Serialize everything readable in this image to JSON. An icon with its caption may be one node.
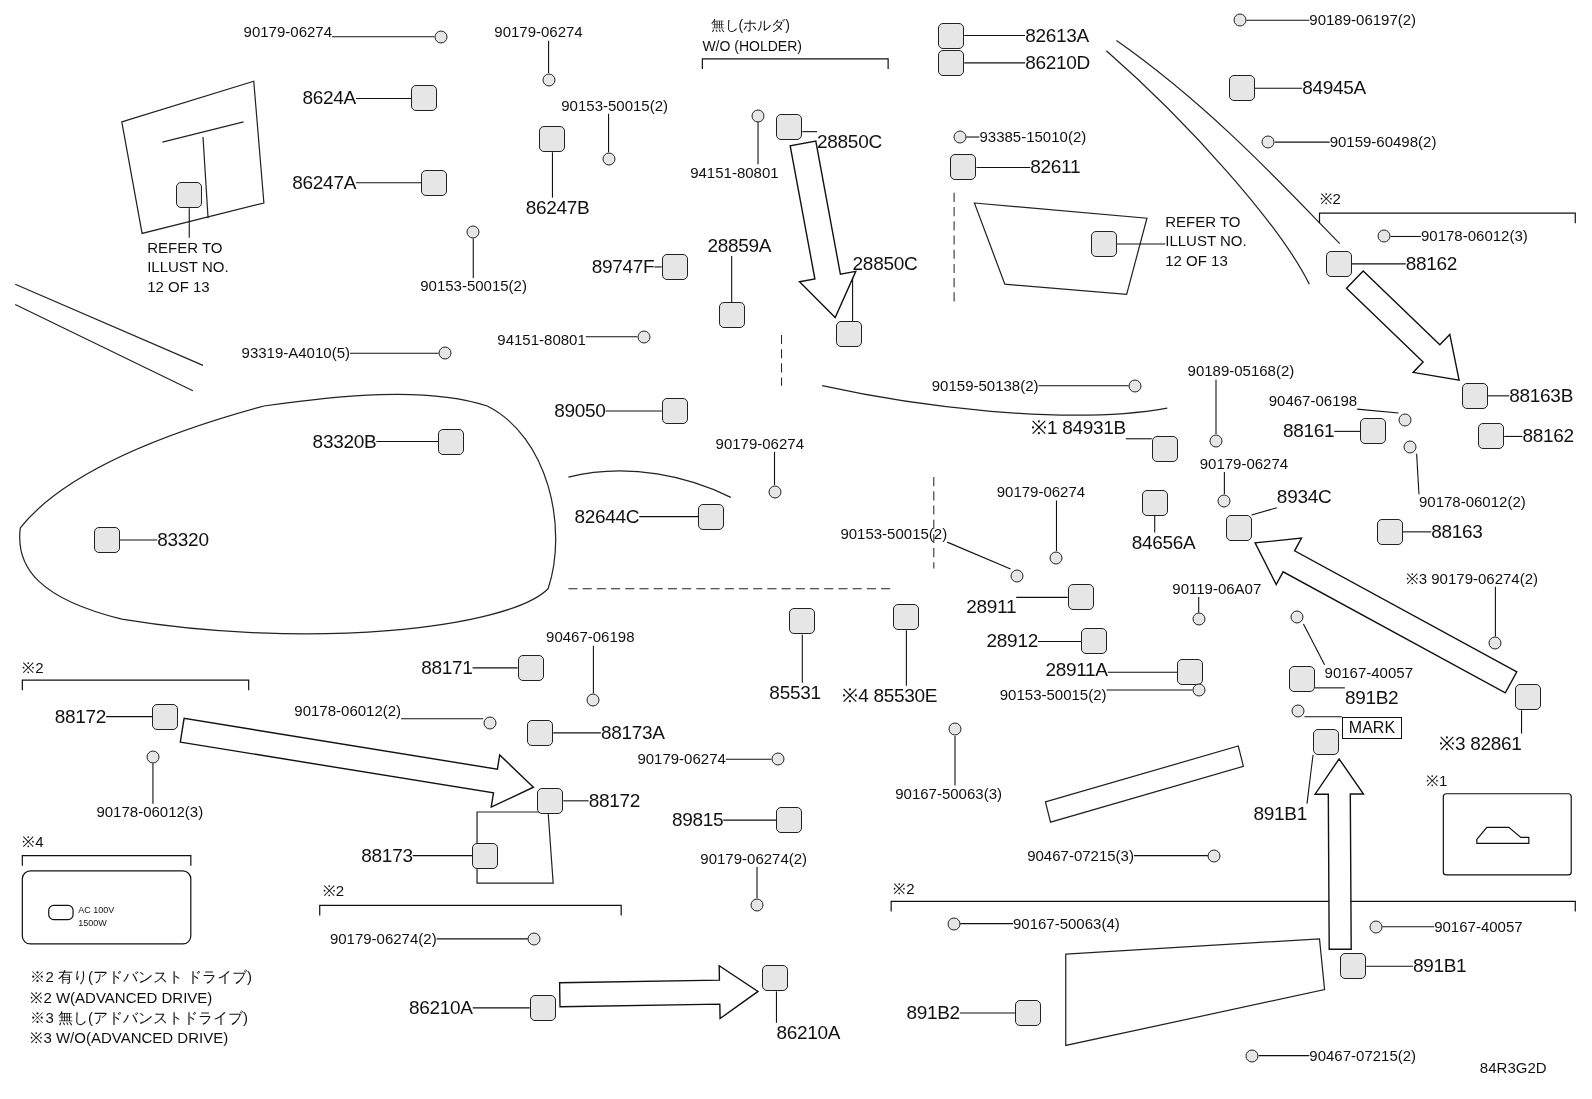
{
  "diagram": {
    "nodes": [
      {
        "text": [
          "90179-06274"
        ]
      },
      {
        "text": [
          "90179-06274"
        ]
      },
      {
        "text": [
          "8624A"
        ]
      },
      {
        "text": [
          "90153-50015(2)"
        ]
      },
      {
        "text": [
          "86247A"
        ]
      },
      {
        "text": [
          "86247B"
        ]
      },
      {
        "text": [
          "REFER TO ILLUST NO. 12 OF 13"
        ]
      },
      {
        "text": [
          "90153-50015(2)"
        ]
      },
      {
        "text": [
          "89747F"
        ]
      },
      {
        "text": [
          "94151-80801"
        ]
      },
      {
        "text": [
          "93319-A4010(5)"
        ]
      },
      {
        "text": [
          "28850C"
        ]
      },
      {
        "text": [
          "94151-80801"
        ]
      },
      {
        "text": [
          "28859A"
        ]
      },
      {
        "text": [
          "28850C"
        ]
      },
      {
        "text": [
          "89050"
        ]
      },
      {
        "text": [
          "90179-06274"
        ]
      },
      {
        "text": [
          "82644C"
        ]
      },
      {
        "text": [
          "83320B"
        ]
      },
      {
        "text": [
          "83320"
        ]
      },
      {
        "text": [
          "82613A"
        ]
      },
      {
        "text": [
          "86210D"
        ]
      },
      {
        "text": [
          "93385-15010(2)"
        ]
      },
      {
        "text": [
          "82611"
        ]
      },
      {
        "text": [
          "REFER TO ILLUST NO. 12 OF 13"
        ]
      },
      {
        "text": [
          "90189-06197(2)"
        ]
      },
      {
        "text": [
          "84945A"
        ]
      },
      {
        "text": [
          "90159-60498(2)"
        ]
      },
      {
        "text": [
          "90178-06012(3)"
        ]
      },
      {
        "text": [
          "88162"
        ]
      },
      {
        "text": [
          "90159-50138(2)"
        ]
      },
      {
        "text": [
          "90189-05168(2)"
        ]
      },
      {
        "text": [
          "90467-06198"
        ]
      },
      {
        "text": [
          "88163B"
        ]
      },
      {
        "text": [
          "88161"
        ]
      },
      {
        "text": [
          "88162"
        ]
      },
      {
        "text": [
          "※1 84931B"
        ]
      },
      {
        "text": [
          "90179-06274"
        ]
      },
      {
        "text": [
          "90178-06012(2)"
        ]
      },
      {
        "text": [
          "90179-06274"
        ]
      },
      {
        "text": [
          "8934C"
        ]
      },
      {
        "text": [
          "88163"
        ]
      },
      {
        "text": [
          "84656A"
        ]
      },
      {
        "text": [
          "90153-50015(2)"
        ]
      },
      {
        "text": [
          "28911"
        ]
      },
      {
        "text": [
          "90119-06A07"
        ]
      },
      {
        "text": [
          "※3 90179-06274(2)"
        ]
      },
      {
        "text": [
          "28912"
        ]
      },
      {
        "text": [
          "90167-40057"
        ]
      },
      {
        "text": [
          "28911A"
        ]
      },
      {
        "text": [
          "90153-50015(2)"
        ]
      },
      {
        "text": [
          "891B2"
        ]
      },
      {
        "text": [
          "MARK"
        ]
      },
      {
        "text": [
          "※3 82861"
        ]
      },
      {
        "text": [
          "88171"
        ]
      },
      {
        "text": [
          "90467-06198"
        ]
      },
      {
        "text": [
          "90178-06012(2)"
        ]
      },
      {
        "text": [
          "88173A"
        ]
      },
      {
        "text": [
          "85531"
        ]
      },
      {
        "text": [
          "※4 85530E"
        ]
      },
      {
        "text": [
          "88172"
        ]
      },
      {
        "text": [
          "90178-06012(3)"
        ]
      },
      {
        "text": [
          "90179-06274"
        ]
      },
      {
        "text": [
          "88172"
        ]
      },
      {
        "text": [
          "89815"
        ]
      },
      {
        "text": [
          "90167-50063(3)"
        ]
      },
      {
        "text": [
          "891B1"
        ]
      },
      {
        "text": [
          "88173"
        ]
      },
      {
        "text": [
          "90467-07215(3)"
        ]
      },
      {
        "text": [
          "90179-06274(2)"
        ]
      },
      {
        "text": [
          "86210A"
        ]
      },
      {
        "text": [
          "90179-06274(2)"
        ]
      },
      {
        "text": [
          "86210A"
        ]
      },
      {
        "text": [
          "90167-50063(4)"
        ]
      },
      {
        "text": [
          "90167-40057"
        ]
      },
      {
        "text": [
          "891B1"
        ]
      },
      {
        "text": [
          "891B2"
        ]
      },
      {
        "text": [
          "90467-07215(2)"
        ]
      },
      {
        "text": [],
        "shape": "circle"
      },
      {
        "text": [],
        "shape": "circle"
      },
      {
        "text": [],
        "shape": "box"
      },
      {
        "text": [],
        "shape": "circle"
      },
      {
        "text": [],
        "shape": "box"
      },
      {
        "text": [],
        "shape": "box"
      },
      {
        "text": [],
        "shape": "box"
      },
      {
        "text": [],
        "shape": "circle"
      },
      {
        "text": [],
        "shape": "box"
      },
      {
        "text": [],
        "shape": "circle"
      },
      {
        "text": [],
        "shape": "circle"
      },
      {
        "text": [],
        "shape": "box"
      },
      {
        "text": [],
        "shape": "circle"
      },
      {
        "text": [],
        "shape": "box"
      },
      {
        "text": [],
        "shape": "box"
      },
      {
        "text": [],
        "shape": "box"
      },
      {
        "text": [],
        "shape": "circle"
      },
      {
        "text": [],
        "shape": "box"
      },
      {
        "text": [],
        "shape": "box"
      },
      {
        "text": [],
        "shape": "box"
      },
      {
        "text": [],
        "shape": "box"
      },
      {
        "text": [],
        "shape": "box"
      },
      {
        "text": [],
        "shape": "circle"
      },
      {
        "text": [],
        "shape": "box"
      },
      {
        "text": [],
        "shape": "box"
      },
      {
        "text": [],
        "shape": "circle"
      },
      {
        "text": [],
        "shape": "box"
      },
      {
        "text": [],
        "shape": "circle"
      },
      {
        "text": [],
        "shape": "circle"
      },
      {
        "text": [],
        "shape": "box"
      },
      {
        "text": [],
        "shape": "circle"
      },
      {
        "text": [],
        "shape": "circle"
      },
      {
        "text": [],
        "shape": "circle"
      },
      {
        "text": [],
        "shape": "box"
      },
      {
        "text": [],
        "shape": "box"
      },
      {
        "text": [],
        "shape": "box"
      },
      {
        "text": [],
        "shape": "box"
      },
      {
        "text": [],
        "shape": "circle"
      },
      {
        "text": [],
        "shape": "circle"
      },
      {
        "text": [],
        "shape": "circle"
      },
      {
        "text": [],
        "shape": "box"
      },
      {
        "text": [],
        "shape": "box"
      },
      {
        "text": [],
        "shape": "box"
      },
      {
        "text": [],
        "shape": "circle"
      },
      {
        "text": [],
        "shape": "box"
      },
      {
        "text": [],
        "shape": "circle"
      },
      {
        "text": [],
        "shape": "circle"
      },
      {
        "text": [],
        "shape": "box"
      },
      {
        "text": [],
        "shape": "circle"
      },
      {
        "text": [],
        "shape": "box"
      },
      {
        "text": [],
        "shape": "circle"
      },
      {
        "text": [],
        "shape": "box"
      },
      {
        "text": [],
        "shape": "circle"
      },
      {
        "text": [],
        "shape": "box"
      },
      {
        "text": [],
        "shape": "box"
      },
      {
        "text": [],
        "shape": "circle"
      },
      {
        "text": [],
        "shape": "circle"
      },
      {
        "text": [],
        "shape": "box"
      },
      {
        "text": [],
        "shape": "box"
      },
      {
        "text": [],
        "shape": "box"
      },
      {
        "text": [],
        "shape": "box"
      },
      {
        "text": [],
        "shape": "circle"
      },
      {
        "text": [],
        "shape": "circle"
      },
      {
        "text": [],
        "shape": "box"
      },
      {
        "text": [],
        "shape": "box"
      },
      {
        "text": [],
        "shape": "circle"
      },
      {
        "text": [],
        "shape": "box"
      },
      {
        "text": [],
        "shape": "box"
      },
      {
        "text": [],
        "shape": "circle"
      },
      {
        "text": [],
        "shape": "circle"
      },
      {
        "text": [],
        "shape": "box"
      },
      {
        "text": [],
        "shape": "circle"
      },
      {
        "text": [],
        "shape": "box"
      },
      {
        "text": [],
        "shape": "circle"
      },
      {
        "text": [],
        "shape": "circle"
      },
      {
        "text": [],
        "shape": "box"
      },
      {
        "text": [],
        "shape": "box"
      },
      {
        "text": [],
        "shape": "circle"
      }
    ],
    "edges": [
      {
        "from": 0,
        "to": 78,
        "arrow": "none"
      },
      {
        "from": 1,
        "to": 79,
        "arrow": "none"
      },
      {
        "from": 2,
        "to": 80,
        "arrow": "none"
      },
      {
        "from": 3,
        "to": 81,
        "arrow": "none"
      },
      {
        "from": 4,
        "to": 82,
        "arrow": "none"
      },
      {
        "from": 5,
        "to": 83,
        "arrow": "none"
      },
      {
        "from": 6,
        "to": 84,
        "arrow": "none"
      },
      {
        "from": 7,
        "to": 85,
        "arrow": "none"
      },
      {
        "from": 8,
        "to": 86,
        "arrow": "none"
      },
      {
        "from": 9,
        "to": 87,
        "arrow": "none"
      },
      {
        "from": 10,
        "to": 88,
        "arrow": "none"
      },
      {
        "from": 11,
        "to": 89,
        "arrow": "none"
      },
      {
        "from": 12,
        "to": 90,
        "arrow": "none"
      },
      {
        "from": 13,
        "to": 91,
        "arrow": "none"
      },
      {
        "from": 14,
        "to": 92,
        "arrow": "none"
      },
      {
        "from": 15,
        "to": 93,
        "arrow": "none"
      },
      {
        "from": 16,
        "to": 94,
        "arrow": "none"
      },
      {
        "from": 17,
        "to": 95,
        "arrow": "none"
      },
      {
        "from": 18,
        "to": 96,
        "arrow": "none"
      },
      {
        "from": 19,
        "to": 97,
        "arrow": "none"
      },
      {
        "from": 20,
        "to": 98,
        "arrow": "none"
      },
      {
        "from": 21,
        "to": 99,
        "arrow": "none"
      },
      {
        "from": 22,
        "to": 100,
        "arrow": "none"
      },
      {
        "from": 23,
        "to": 101,
        "arrow": "none"
      },
      {
        "from": 24,
        "to": 102,
        "arrow": "none"
      },
      {
        "from": 25,
        "to": 103,
        "arrow": "none"
      },
      {
        "from": 26,
        "to": 104,
        "arrow": "none"
      },
      {
        "from": 27,
        "to": 105,
        "arrow": "none"
      },
      {
        "from": 28,
        "to": 106,
        "arrow": "none"
      },
      {
        "from": 29,
        "to": 107,
        "arrow": "none"
      },
      {
        "from": 30,
        "to": 108,
        "arrow": "none"
      },
      {
        "from": 31,
        "to": 109,
        "arrow": "none"
      },
      {
        "from": 32,
        "to": 110,
        "arrow": "none"
      },
      {
        "from": 33,
        "to": 111,
        "arrow": "none"
      },
      {
        "from": 34,
        "to": 112,
        "arrow": "none"
      },
      {
        "from": 35,
        "to": 113,
        "arrow": "none"
      },
      {
        "from": 36,
        "to": 114,
        "arrow": "none"
      },
      {
        "from": 37,
        "to": 115,
        "arrow": "none"
      },
      {
        "from": 38,
        "to": 116,
        "arrow": "none"
      },
      {
        "from": 39,
        "to": 117,
        "arrow": "none"
      },
      {
        "from": 40,
        "to": 118,
        "arrow": "none"
      },
      {
        "from": 41,
        "to": 119,
        "arrow": "none"
      },
      {
        "from": 42,
        "to": 120,
        "arrow": "none"
      },
      {
        "from": 43,
        "to": 121,
        "arrow": "none"
      },
      {
        "from": 44,
        "to": 122,
        "arrow": "none"
      },
      {
        "from": 45,
        "to": 123,
        "arrow": "none"
      },
      {
        "from": 46,
        "to": 124,
        "arrow": "none"
      },
      {
        "from": 47,
        "to": 125,
        "arrow": "none"
      },
      {
        "from": 48,
        "to": 126,
        "arrow": "none"
      },
      {
        "from": 49,
        "to": 127,
        "arrow": "none"
      },
      {
        "from": 50,
        "to": 128,
        "arrow": "none"
      },
      {
        "from": 51,
        "to": 129,
        "arrow": "none"
      },
      {
        "from": 52,
        "to": 130,
        "arrow": "none"
      },
      {
        "from": 53,
        "to": 131,
        "arrow": "none"
      },
      {
        "from": 54,
        "to": 132,
        "arrow": "none"
      },
      {
        "from": 55,
        "to": 133,
        "arrow": "none"
      },
      {
        "from": 56,
        "to": 134,
        "arrow": "none"
      },
      {
        "from": 57,
        "to": 135,
        "arrow": "none"
      },
      {
        "from": 58,
        "to": 136,
        "arrow": "none"
      },
      {
        "from": 59,
        "to": 137,
        "arrow": "none"
      },
      {
        "from": 60,
        "to": 138,
        "arrow": "none"
      },
      {
        "from": 61,
        "to": 139,
        "arrow": "none"
      },
      {
        "from": 62,
        "to": 140,
        "arrow": "none"
      },
      {
        "from": 63,
        "to": 141,
        "arrow": "none"
      },
      {
        "from": 64,
        "to": 142,
        "arrow": "none"
      },
      {
        "from": 65,
        "to": 143,
        "arrow": "none"
      },
      {
        "from": 66,
        "to": 144,
        "arrow": "none"
      },
      {
        "from": 67,
        "to": 145,
        "arrow": "none"
      },
      {
        "from": 68,
        "to": 146,
        "arrow": "none"
      },
      {
        "from": 69,
        "to": 147,
        "arrow": "none"
      },
      {
        "from": 70,
        "to": 148,
        "arrow": "none"
      },
      {
        "from": 71,
        "to": 149,
        "arrow": "none"
      },
      {
        "from": 72,
        "to": 150,
        "arrow": "none"
      },
      {
        "from": 73,
        "to": 151,
        "arrow": "none"
      },
      {
        "from": 74,
        "to": 152,
        "arrow": "none"
      },
      {
        "from": 75,
        "to": 153,
        "arrow": "none"
      },
      {
        "from": 76,
        "to": 154,
        "arrow": "none"
      },
      {
        "from": 77,
        "to": 155,
        "arrow": "none"
      },
      {
        "from": 89,
        "to": 92,
        "arrow": "to",
        "style": "thick"
      },
      {
        "from": 107,
        "to": 111,
        "arrow": "to",
        "style": "thick"
      },
      {
        "from": 138,
        "to": 141,
        "arrow": "to",
        "style": "thick"
      },
      {
        "from": 150,
        "to": 148,
        "arrow": "to",
        "style": "thick"
      },
      {
        "from": 153,
        "to": 144,
        "arrow": "to",
        "style": "thick"
      },
      {
        "from": 131,
        "to": 118,
        "arrow": "to",
        "style": "thick"
      }
    ],
    "labels": [
      "無し(ホルダ)",
      "W/O (HOLDER)",
      "※2",
      "※2",
      "※4",
      "AC 100V",
      "1500W",
      "※1",
      "※2",
      "※2",
      "※2 有り(アドバンスト ドライブ)",
      "※2 W(ADVANCED DRIVE)",
      "※3 無し(アドバンストドライブ)",
      "※3 W/O(ADVANCED DRIVE)",
      "84R3G2D"
    ]
  }
}
